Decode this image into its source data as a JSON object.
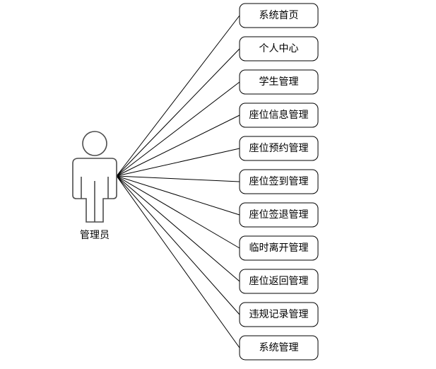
{
  "actor": {
    "label": "管理员"
  },
  "use_cases": [
    {
      "label": "系统首页"
    },
    {
      "label": "个人中心"
    },
    {
      "label": "学生管理"
    },
    {
      "label": "座位信息管理"
    },
    {
      "label": "座位预约管理"
    },
    {
      "label": "座位签到管理"
    },
    {
      "label": "座位签退管理"
    },
    {
      "label": "临时离开管理"
    },
    {
      "label": "座位返回管理"
    },
    {
      "label": "违规记录管理"
    },
    {
      "label": "系统管理"
    }
  ]
}
